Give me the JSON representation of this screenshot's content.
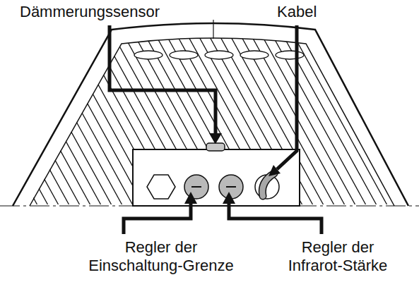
{
  "diagram": {
    "labels": [
      "Dämmerungssensor",
      "Kabel",
      "Regler der Einschaltung-Grenze",
      "Regler der Infrarot-Stärke"
    ]
  }
}
